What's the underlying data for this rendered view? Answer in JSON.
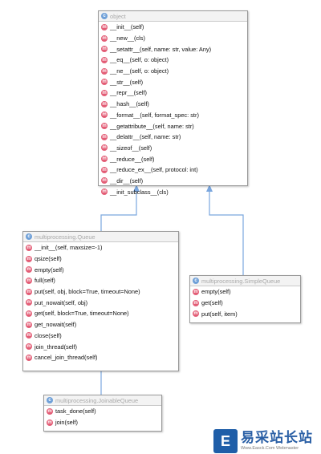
{
  "classes": {
    "object": {
      "name": "object",
      "methods": [
        "__init__(self)",
        "__new__(cls)",
        "__setattr__(self, name: str, value: Any)",
        "__eq__(self, o: object)",
        "__ne__(self, o: object)",
        "__str__(self)",
        "__repr__(self)",
        "__hash__(self)",
        "__format__(self, format_spec: str)",
        "__getattribute__(self, name: str)",
        "__delattr__(self, name: str)",
        "__sizeof__(self)",
        "__reduce__(self)",
        "__reduce_ex__(self, protocol: int)",
        "__dir__(self)",
        "__init_subclass__(cls)"
      ]
    },
    "queue": {
      "name": "multiprocessing.Queue",
      "methods": [
        "__init__(self, maxsize=-1)",
        "qsize(self)",
        "empty(self)",
        "full(self)",
        "put(self, obj, block=True, timeout=None)",
        "put_nowait(self, obj)",
        "get(self, block=True, timeout=None)",
        "get_nowait(self)",
        "close(self)",
        "join_thread(self)",
        "cancel_join_thread(self)"
      ]
    },
    "simple_queue": {
      "name": "multiprocessing.SimpleQueue",
      "methods": [
        "empty(self)",
        "get(self)",
        "put(self, item)"
      ]
    },
    "joinable_queue": {
      "name": "multiprocessing.JoinableQueue",
      "methods": [
        "task_done(self)",
        "join(self)"
      ]
    }
  },
  "icons": {
    "class_letter": "c",
    "method_letter": "m"
  },
  "colors": {
    "class_icon": "#6fa0d8",
    "method_icon": "#e35d76",
    "arrow": "#7aa6de"
  },
  "watermark": {
    "logo_letter": "E",
    "main": "易采站长站",
    "sub": "Www.Easck.Com Webmaster"
  }
}
